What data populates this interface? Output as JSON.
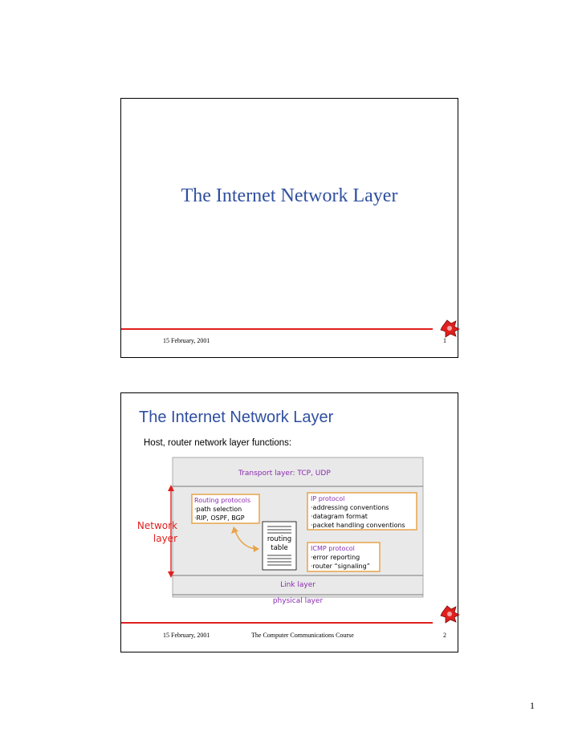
{
  "slides": [
    {
      "title": "The Internet Network Layer",
      "date": "15 February, 2001",
      "page": "1"
    },
    {
      "title": "The Internet Network Layer",
      "subtitle": "Host, router network layer functions:",
      "diagram": {
        "transport": "Transport layer: TCP, UDP",
        "routing": {
          "title": "Routing protocols",
          "items": [
            "·path selection",
            "·RIP, OSPF, BGP"
          ]
        },
        "ip": {
          "title": "IP protocol",
          "items": [
            "·addressing conventions",
            "·datagram format",
            "·packet handling conventions"
          ]
        },
        "table": [
          "routing",
          "table"
        ],
        "icmp": {
          "title": "ICMP protocol",
          "items": [
            "·error reporting",
            "·router “signaling”"
          ]
        },
        "network_label": [
          "Network",
          "layer"
        ],
        "link": "Link layer",
        "physical": "physical layer"
      },
      "date": "15 February, 2001",
      "course": "The Computer Communications Course",
      "page": "2"
    }
  ],
  "page_number": "1",
  "colors": {
    "title": "#2f4fa0",
    "accent": "#e0201e",
    "purple": "#8a2bb0",
    "box_border": "#e8a44a"
  }
}
